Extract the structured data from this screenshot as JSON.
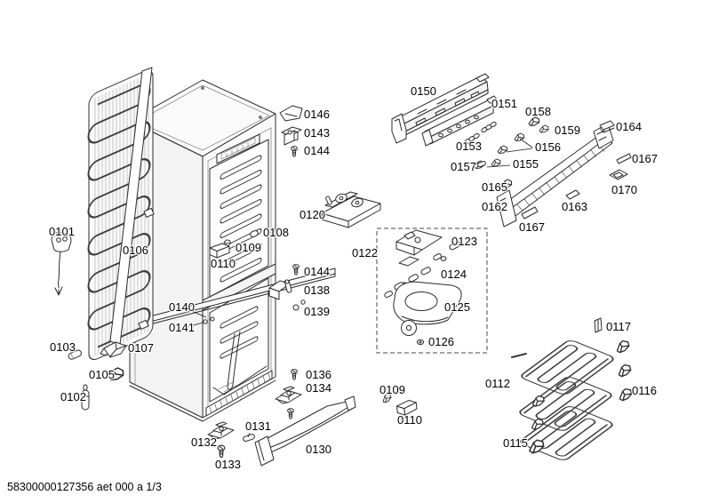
{
  "document": {
    "footer_code": "58300000127356 aet 000 a 1/3"
  },
  "diagram": {
    "type": "exploded-parts-diagram",
    "subject": "fridge-freezer cabinet with condenser, hinges, handles and evaporator grids",
    "callouts": {
      "c0101": "0101",
      "c0102": "0102",
      "c0103": "0103",
      "c0105": "0105",
      "c0106": "0106",
      "c0107": "0107",
      "c0108": "0108",
      "c0109_upper": "0109",
      "c0110_upper": "0110",
      "c0109_loose": "0109",
      "c0110_loose": "0110",
      "c0112": "0112",
      "c0115": "0115",
      "c0116": "0116",
      "c0117": "0117",
      "c0120": "0120",
      "c0122": "0122",
      "c0123": "0123",
      "c0124": "0124",
      "c0125": "0125",
      "c0126": "0126",
      "c0130": "0130",
      "c0131": "0131",
      "c0132": "0132",
      "c0133": "0133",
      "c0134": "0134",
      "c0136": "0136",
      "c0138": "0138",
      "c0139": "0139",
      "c0140": "0140",
      "c0141": "0141",
      "c0143": "0143",
      "c0144_top": "0144",
      "c0144_mid": "0144",
      "c0146": "0146",
      "c0150": "0150",
      "c0151": "0151",
      "c0153": "0153",
      "c0155": "0155",
      "c0156": "0156",
      "c0157": "0157",
      "c0158": "0158",
      "c0159": "0159",
      "c0162": "0162",
      "c0163": "0163",
      "c0164": "0164",
      "c0165": "0165",
      "c0167_right": "0167",
      "c0167_lower": "0167",
      "c0170": "0170"
    }
  }
}
